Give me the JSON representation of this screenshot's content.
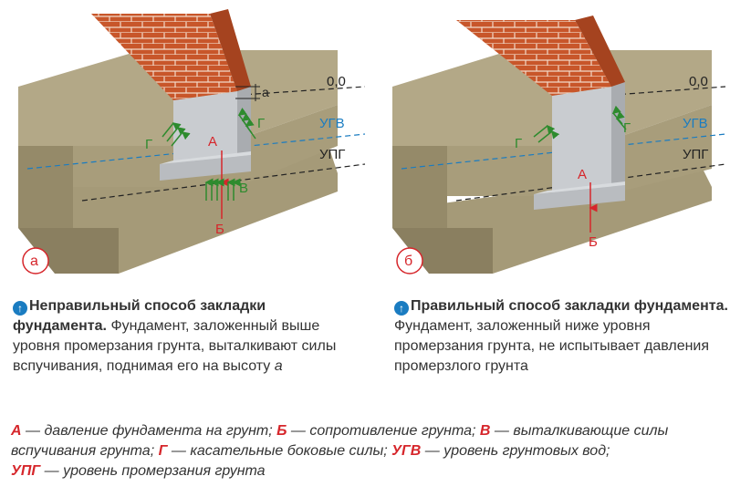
{
  "panels": {
    "a": {
      "label": "а",
      "level_zero": "0,0",
      "ugv": "УГВ",
      "upg": "УПГ",
      "heave_height": "а",
      "force_A": "А",
      "force_B": "Б",
      "force_V": "В",
      "force_G_left": "Г",
      "force_G_right": "Г"
    },
    "b": {
      "label": "б",
      "level_zero": "0,0",
      "ugv": "УГВ",
      "upg": "УПГ",
      "force_A": "А",
      "force_B": "Б",
      "force_G_left": "Г",
      "force_G_right": "Г"
    }
  },
  "captions": {
    "a": {
      "lead": "Неправильный способ закладки фундамента.",
      "body": "Фундамент, заложенный выше уровня промерзания грунта, выталкивают силы вспучивания, поднимая его на высоту",
      "var": "a"
    },
    "b": {
      "lead": "Правильный способ закладки фундамента.",
      "body": "Фундамент, заложенный ниже уровня промерзания грунта, не испытывает давления промерзлого грунта"
    }
  },
  "legend": [
    {
      "key": "А",
      "text": "давление фундамента на грунт;"
    },
    {
      "key": "Б",
      "text": "сопротивление грунта;"
    },
    {
      "key": "В",
      "text": "выталкивающие силы вспучивания грунта;"
    },
    {
      "key": "Г",
      "text": "касательные боковые силы;"
    },
    {
      "key": "УГВ",
      "text": "уровень грунтовых вод;"
    },
    {
      "key": "УПГ",
      "text": "уровень промерзания грунта"
    }
  ],
  "colors": {
    "soil_top": "#b3a887",
    "soil_front": "#9b906f",
    "soil_side": "#8a7f60",
    "concrete": "#c9ccd0",
    "brick": "#c8562a",
    "force_red": "#d6262b",
    "force_green": "#2e8b2e",
    "ugv_blue": "#1a7cc1",
    "dashed_black": "#222222"
  }
}
